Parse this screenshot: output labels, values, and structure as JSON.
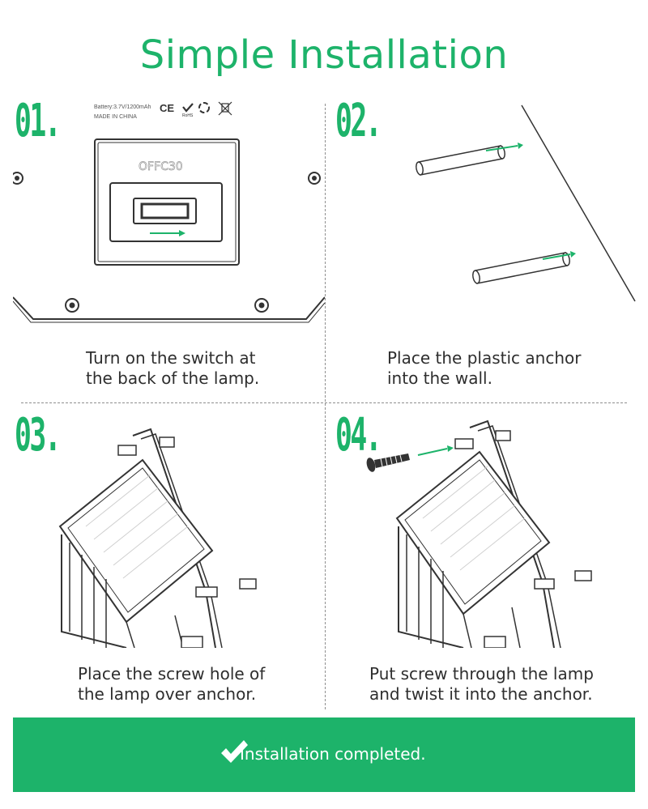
{
  "title": "Simple Installation",
  "steps": [
    {
      "number": "01.",
      "caption": [
        "Turn on the switch at",
        "the back of the lamp."
      ],
      "label_battery": "Battery:3.7V/1200mAh",
      "label_made": "MADE IN CHINA",
      "label_certs": "CE",
      "label_brand": "OFFC30",
      "label_rohs": "RoHS",
      "icon": "on-switch-illustration"
    },
    {
      "number": "02.",
      "caption": [
        "Place the plastic anchor",
        "into the wall."
      ],
      "icon": "plastic-anchor-illustration"
    },
    {
      "number": "03.",
      "caption": [
        "Place the screw hole of",
        "the lamp over anchor."
      ],
      "icon": "lamp-over-anchor-illustration"
    },
    {
      "number": "04.",
      "caption": [
        "Put screw through the lamp",
        "and twist it into the anchor."
      ],
      "icon": "screw-lamp-illustration"
    }
  ],
  "banner": {
    "text": "Installation completed.",
    "icon": "check-icon"
  },
  "colors": {
    "accent": "#1db36a",
    "text": "#2e2e2e",
    "line": "#2e2e2e"
  }
}
